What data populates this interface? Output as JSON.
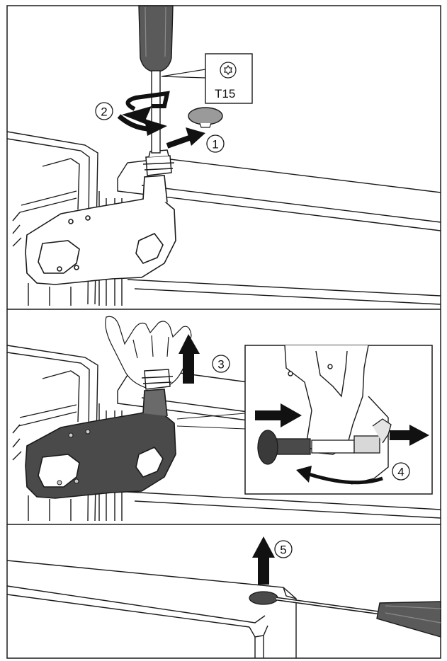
{
  "tool_callout": {
    "icon": "torx-star-icon",
    "label": "T15"
  },
  "steps": [
    {
      "number": "1",
      "icon": "arrow-right-icon"
    },
    {
      "number": "2",
      "icon": "rotate-arrow-icon"
    },
    {
      "number": "3",
      "icon": "arrow-up-icon"
    },
    {
      "number": "4",
      "icon": "curved-arrow-icon"
    },
    {
      "number": "5",
      "icon": "arrow-up-icon"
    }
  ],
  "colors": {
    "line": "#1a1a1a",
    "panel_fill": "#ffffff",
    "dark_part": "#4a4a4a",
    "arrow": "#111111",
    "grey_part": "#9a9a9a"
  }
}
